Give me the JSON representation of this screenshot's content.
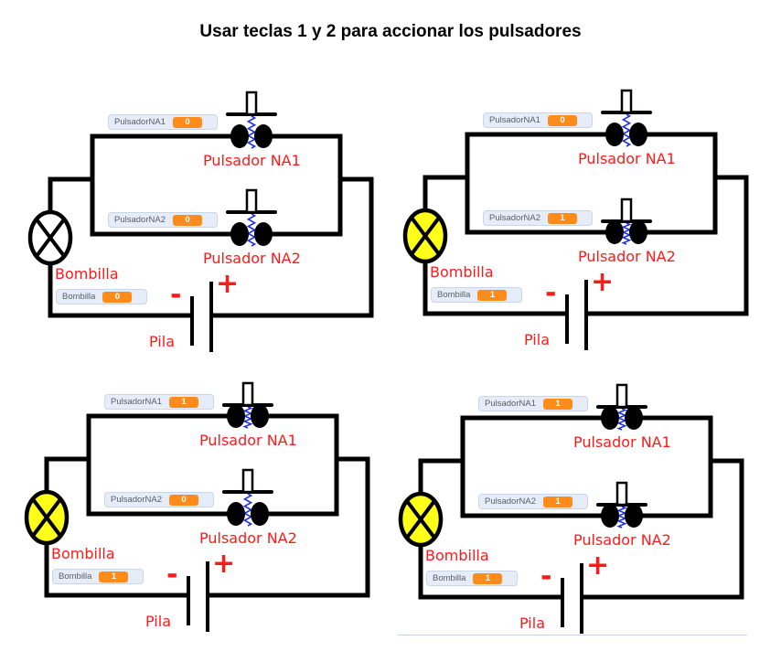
{
  "title": "Usar teclas 1 y 2 para accionar los pulsadores",
  "colors": {
    "wire": "#000000",
    "label": "#ff1a1a",
    "bulb_off": "#ffffff",
    "bulb_on": "#ffff1a",
    "spring": "#1a2fe6",
    "monitor_bg": "#e6edf8",
    "monitor_value": "#ff8c1a"
  },
  "labels": {
    "switch1": "Pulsador NA1",
    "switch2": "Pulsador NA2",
    "bulb": "Bombilla",
    "battery": "Pila",
    "minus": "-",
    "plus": "+"
  },
  "monitor_names": {
    "switch1": "PulsadorNA1",
    "switch2": "PulsadorNA2",
    "bulb": "Bombilla"
  },
  "panels": [
    {
      "id": "top-left",
      "PulsadorNA1": "0",
      "PulsadorNA2": "0",
      "Bombilla": "0"
    },
    {
      "id": "top-right",
      "PulsadorNA1": "0",
      "PulsadorNA2": "1",
      "Bombilla": "1"
    },
    {
      "id": "bottom-left",
      "PulsadorNA1": "1",
      "PulsadorNA2": "0",
      "Bombilla": "1"
    },
    {
      "id": "bottom-right",
      "PulsadorNA1": "1",
      "PulsadorNA2": "1",
      "Bombilla": "1"
    }
  ]
}
